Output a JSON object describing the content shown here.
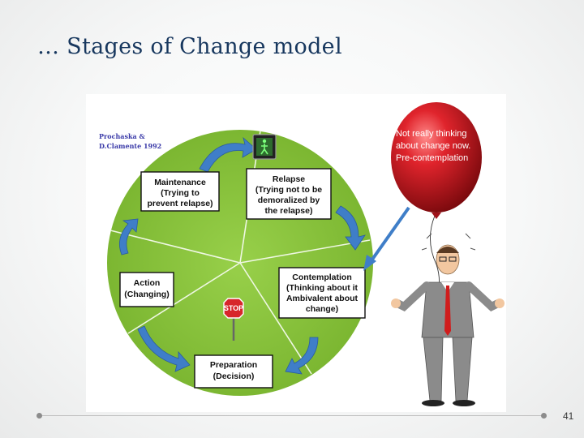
{
  "slide": {
    "title": "… Stages of Change model",
    "page_number": "41"
  },
  "diagram": {
    "citation": [
      "Prochaska &",
      "D.Clamente 1992"
    ],
    "stages": {
      "relapse": [
        "Relapse",
        "(Trying not to be",
        "demoralized by",
        "the relapse)"
      ],
      "contemplation": [
        "Contemplation",
        "(Thinking about it",
        "Ambivalent about",
        "change)"
      ],
      "preparation": [
        "Preparation",
        "(Decision)"
      ],
      "action": [
        "Action",
        "(Changing)"
      ],
      "maintenance": [
        "Maintenance",
        "(Trying to",
        "prevent relapse)"
      ]
    },
    "stop_sign": "STOP",
    "balloon": [
      "Not really thinking",
      "about change now.",
      "Pre-contemplation"
    ]
  },
  "colors": {
    "wheel": "#8cc63f",
    "balloon": "#c8101a",
    "arrow": "#3f7ec8",
    "title": "#17375e"
  }
}
